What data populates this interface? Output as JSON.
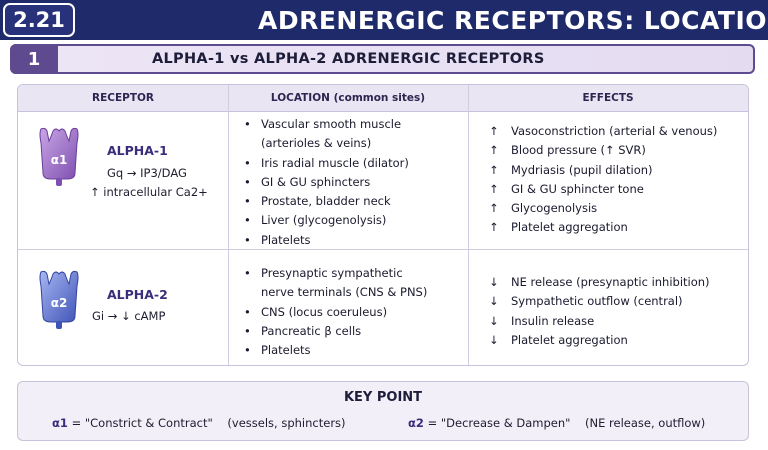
{
  "header": {
    "chapter": "2.21",
    "title": "ADRENERGIC RECEPTORS: LOCATIO"
  },
  "section": {
    "number": "1",
    "title": "ALPHA-1 vs ALPHA-2 ADRENERGIC RECEPTORS"
  },
  "table": {
    "headers": [
      "RECEPTOR",
      "LOCATION (common sites)",
      "EFFECTS"
    ],
    "rows": [
      {
        "icon_label": "α1",
        "icon_color": "#9b6bc2",
        "name": "ALPHA-1",
        "mechanism": [
          "Gq → IP3/DAG",
          "↑ intracellular Ca2+"
        ],
        "locations": [
          "Vascular smooth muscle",
          "(arterioles & veins)",
          "Iris radial muscle (dilator)",
          "GI & GU sphincters",
          "Prostate, bladder neck",
          "Liver (glycogenolysis)",
          "Platelets"
        ],
        "effect_arrow": "↑",
        "effects": [
          "Vasoconstriction (arterial & venous)",
          "Blood pressure (↑ SVR)",
          "Mydriasis (pupil dilation)",
          "GI & GU sphincter tone",
          "Glycogenolysis",
          "Platelet aggregation"
        ]
      },
      {
        "icon_label": "α2",
        "icon_color": "#5b6fcf",
        "name": "ALPHA-2",
        "mechanism": [
          "Gi → ↓ cAMP"
        ],
        "locations": [
          "Presynaptic sympathetic",
          "nerve terminals (CNS & PNS)",
          "CNS (locus coeruleus)",
          "Pancreatic β cells",
          "Platelets"
        ],
        "effect_arrow": "↓",
        "effects": [
          "NE release (presynaptic inhibition)",
          "Sympathetic outflow (central)",
          "Insulin release",
          "Platelet aggregation"
        ]
      }
    ]
  },
  "key_point": {
    "title": "KEY POINT",
    "alpha1_symbol": "α1",
    "alpha1_text": "= \"Constrict & Contract\"",
    "alpha1_note": "(vessels, sphincters)",
    "alpha2_symbol": "α2",
    "alpha2_text": "= \"Decrease & Dampen\"",
    "alpha2_note": "(NE release, outflow)"
  },
  "colors": {
    "header_bg": "#1f2a6b",
    "accent_purple": "#5e4a8e"
  }
}
